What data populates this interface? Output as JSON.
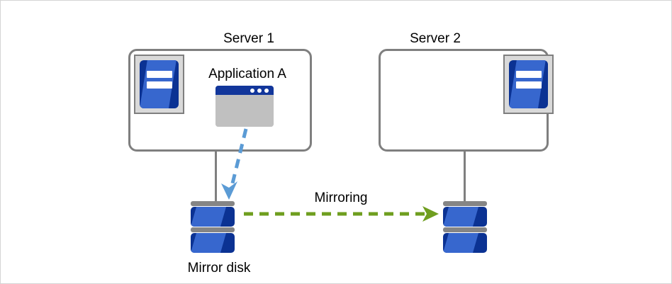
{
  "diagram": {
    "title_server1": "Server 1",
    "title_server2": "Server 2",
    "application_label": "Application  A",
    "mirroring_label": "Mirroring",
    "mirror_disk_label": "Mirror disk",
    "colors": {
      "server_border": "#7f7f7f",
      "icon_tray": "#d9d9d9",
      "icon_blue_dark": "#0b3293",
      "icon_blue_light": "#3767ce",
      "app_titlebar": "#12369b",
      "app_body": "#c0c0c0",
      "disk_cap": "#858585",
      "sync_arrow": "#6f9e1f",
      "write_arrow": "#5b9bd5",
      "canvas_border": "#d4d4d4",
      "text": "#000000"
    },
    "arrows": {
      "write_arrow_name": "application-write-arrow",
      "sync_arrow_name": "mirroring-sync-arrow"
    }
  }
}
